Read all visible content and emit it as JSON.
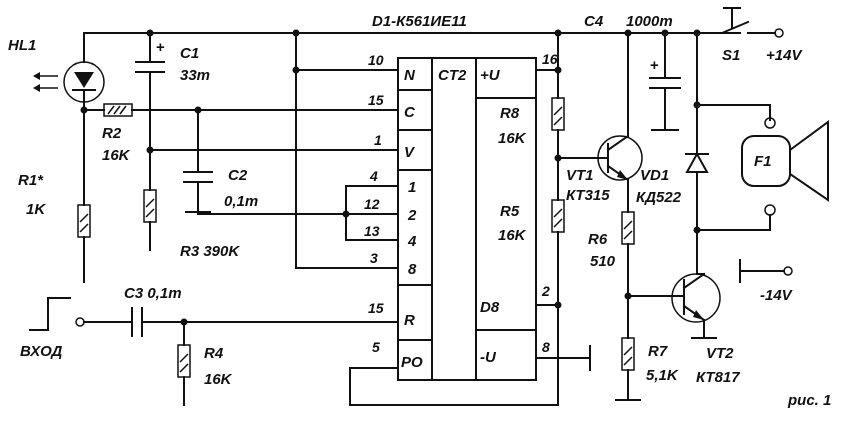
{
  "chip": {
    "title": "D1-К561ИЕ11",
    "type": "CT2",
    "pins_left": [
      {
        "num": "10",
        "name": "N"
      },
      {
        "num": "15",
        "name": "C"
      },
      {
        "num": "1",
        "name": "V"
      },
      {
        "num": "4",
        "name": "1"
      },
      {
        "num": "12",
        "name": "2"
      },
      {
        "num": "13",
        "name": "4"
      },
      {
        "num": "3",
        "name": "8"
      },
      {
        "num": "15",
        "name": "R"
      },
      {
        "num": "5",
        "name": "PO"
      }
    ],
    "pins_right": [
      {
        "num": "16",
        "name": "+U"
      },
      {
        "num": "2",
        "name": "D8"
      },
      {
        "num": "8",
        "name": "-U"
      }
    ]
  },
  "components": {
    "hl1": "HL1",
    "c1": {
      "ref": "C1",
      "value": "33m"
    },
    "r2": {
      "ref": "R2",
      "value": "16K"
    },
    "r1": {
      "ref": "R1*",
      "value": "1K"
    },
    "c2": {
      "ref": "C2",
      "value": "0,1m"
    },
    "r3": "R3 390K",
    "c3": "C3 0,1m",
    "r4": {
      "ref": "R4",
      "value": "16K"
    },
    "c4": "C4",
    "c4_value": "1000m",
    "s1": "S1",
    "vplus": "+14V",
    "r8": {
      "ref": "R8",
      "value": "16K"
    },
    "vt1": {
      "ref": "VT1",
      "type": "КТ315"
    },
    "vd1": {
      "ref": "VD1",
      "type": "КД522"
    },
    "f1": "F1",
    "r5": {
      "ref": "R5",
      "value": "16K"
    },
    "r6": {
      "ref": "R6",
      "value": "510"
    },
    "vminus": "-14V",
    "r7": {
      "ref": "R7",
      "value": "5,1K"
    },
    "vt2": {
      "ref": "VT2",
      "type": "КТ817"
    }
  },
  "input_label": "ВХОД",
  "figure_caption": "рис. 1"
}
